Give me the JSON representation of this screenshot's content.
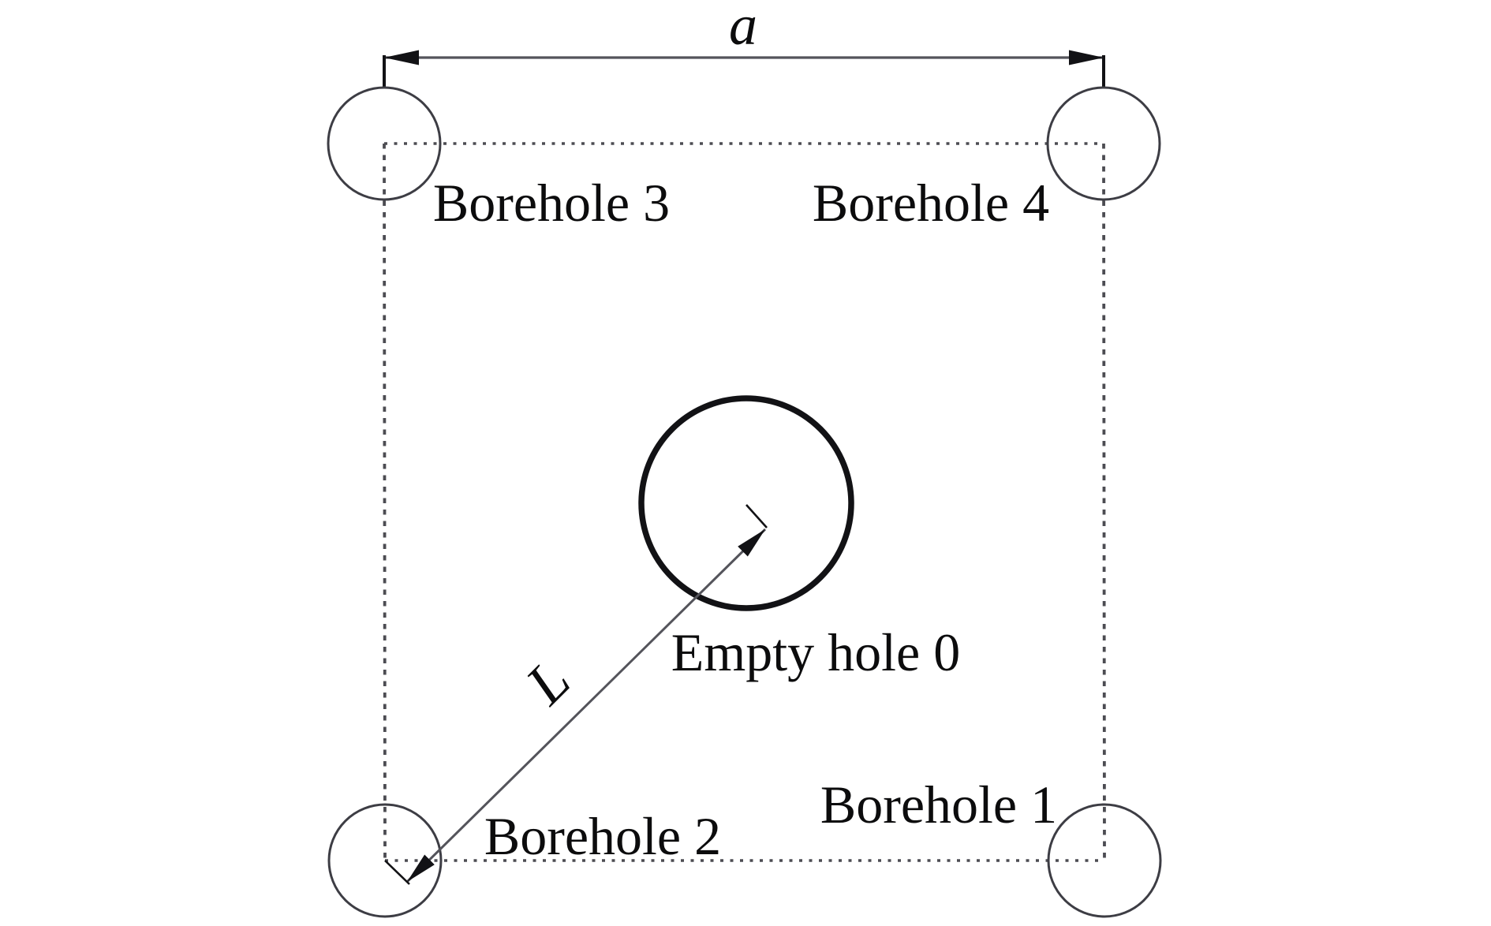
{
  "diagram": {
    "description_labels": {
      "spacing_dimension": "a",
      "distance_dimension": "L",
      "borehole_3": "Borehole 3",
      "borehole_4": "Borehole 4",
      "empty_hole": "Empty hole 0",
      "borehole_2": "Borehole 2",
      "borehole_1": "Borehole 1"
    },
    "colors": {
      "ink": "#121215",
      "line": "#54545b",
      "dash": "#4c4c52",
      "circle-stroke": "#3d3d44",
      "text": "#0c0c0d",
      "bg": "#ffffff"
    }
  }
}
